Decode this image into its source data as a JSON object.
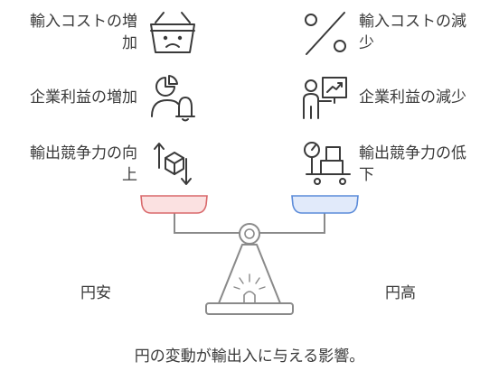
{
  "left_items": [
    {
      "text": "輸入コストの増\n加",
      "icon": "shopping-basket-sad-icon"
    },
    {
      "text": "企業利益の増加",
      "icon": "user-pie-chart-bell-icon"
    },
    {
      "text": "輸出競争力の向\n上",
      "icon": "cube-arrows-icon"
    }
  ],
  "right_items": [
    {
      "text": "輸入コストの減\n少",
      "icon": "percent-icon"
    },
    {
      "text": "企業利益の減少",
      "icon": "presenter-chart-icon"
    },
    {
      "text": "輸出競争力の低\n下",
      "icon": "gauge-cart-boxes-icon"
    }
  ],
  "left_pan_label": "円安",
  "right_pan_label": "円高",
  "caption": "円の変動が輸出入に与える影響。",
  "colors": {
    "left_pan_fill": "#fbe1e1",
    "left_pan_stroke": "#d9686b",
    "right_pan_fill": "#e1eafa",
    "right_pan_stroke": "#5b8bd9",
    "line": "#8a8a8a",
    "text": "#3a3a3a"
  }
}
